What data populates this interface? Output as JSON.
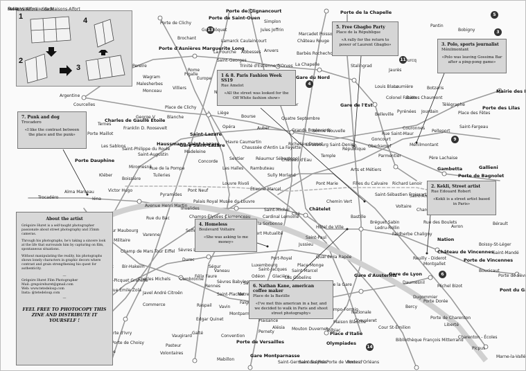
{
  "fold_steps": [
    "1",
    "2",
    "3",
    "4"
  ],
  "stations": [
    {
      "name": "Porte de Clignancourt",
      "bold": true
    },
    {
      "name": "Porte de la Chapelle",
      "bold": true
    },
    {
      "name": "Porte de Saint-Ouen",
      "bold": true
    },
    {
      "name": "Porte de Clichy",
      "bold": false
    },
    {
      "name": "Guy Môquet",
      "bold": false
    },
    {
      "name": "Jules Joffrin",
      "bold": false
    },
    {
      "name": "Marcadet Poissonniers",
      "bold": false
    },
    {
      "name": "Brochant",
      "bold": false
    },
    {
      "name": "Lamarck Caulaincourt",
      "bold": false
    },
    {
      "name": "Simplon",
      "bold": false
    },
    {
      "name": "Porte d'Asnières Marguerite Long",
      "bold": true
    },
    {
      "name": "Pereire",
      "bold": false
    },
    {
      "name": "Wagram",
      "bold": false
    },
    {
      "name": "Malesherbes",
      "bold": false
    },
    {
      "name": "Monceau",
      "bold": false
    },
    {
      "name": "Rome",
      "bold": false
    },
    {
      "name": "Villiers",
      "bold": false
    },
    {
      "name": "Europe",
      "bold": false
    },
    {
      "name": "La Fourche",
      "bolder": false
    },
    {
      "name": "Abbesses",
      "bold": false
    },
    {
      "name": "Anvers",
      "bold": false
    },
    {
      "name": "Barbès Rochechouart",
      "bold": false
    },
    {
      "name": "Château Rouge",
      "bold": false
    },
    {
      "name": "Gare du Nord",
      "bold": true
    },
    {
      "name": "La Chapelle",
      "bold": false
    },
    {
      "name": "Stalingrad",
      "bold": false
    },
    {
      "name": "Gare de l'Est",
      "bold": true
    },
    {
      "name": "Louis Blanc",
      "bold": false
    },
    {
      "name": "Colonel Fabien",
      "bold": false
    },
    {
      "name": "Belleville",
      "bold": false
    },
    {
      "name": "Jaurès",
      "bold": false
    },
    {
      "name": "Laumière",
      "bold": false
    },
    {
      "name": "Ourcq",
      "bold": false
    },
    {
      "name": "Pantin",
      "bold": false
    },
    {
      "name": "Bobigny",
      "bold": false
    },
    {
      "name": "Botzaris",
      "bold": false
    },
    {
      "name": "Buttes Chaumont",
      "bold": false
    },
    {
      "name": "Pyrénées",
      "bold": false
    },
    {
      "name": "Jourdain",
      "bold": false
    },
    {
      "name": "Place des Fêtes",
      "bold": false
    },
    {
      "name": "Télégraphe",
      "bold": false
    },
    {
      "name": "Porte des Lilas",
      "bold": true
    },
    {
      "name": "Mairie des Lilas",
      "bold": true
    },
    {
      "name": "Saint-Fargeau",
      "bold": false
    },
    {
      "name": "Pelleport",
      "bold": false
    },
    {
      "name": "Gambetta",
      "bold": true
    },
    {
      "name": "Porte de Bagnolet",
      "bold": true
    },
    {
      "name": "Gallieni",
      "bold": true
    },
    {
      "name": "Ménilmontant",
      "bold": false
    },
    {
      "name": "Couronnes",
      "bold": false
    },
    {
      "name": "Père Lachaise",
      "bold": false
    },
    {
      "name": "Rue Saint-Maur",
      "bold": false
    },
    {
      "name": "Parmentier",
      "bold": false
    },
    {
      "name": "Goncourt",
      "bold": false
    },
    {
      "name": "Oberkampf",
      "bold": false
    },
    {
      "name": "République",
      "bold": false
    },
    {
      "name": "Temple",
      "bold": false
    },
    {
      "name": "Arts et Métiers",
      "bold": false
    },
    {
      "name": "Filles du Calvaire",
      "bold": false
    },
    {
      "name": "Saint-Sébastien Froissart",
      "bold": false
    },
    {
      "name": "Richard Lenoir",
      "bold": false
    },
    {
      "name": "Saint-Ambroise",
      "bold": false
    },
    {
      "name": "Voltaire",
      "bold": false
    },
    {
      "name": "Charonne",
      "bold": false
    },
    {
      "name": "Rue des Boulets",
      "bold": false
    },
    {
      "name": "Philippe Auguste",
      "bold": false
    },
    {
      "name": "Alexandre Dumas",
      "bold": false
    },
    {
      "name": "Avron",
      "bold": false
    },
    {
      "name": "Nation",
      "bold": true
    },
    {
      "name": "Porte de Vincennes",
      "bold": true
    },
    {
      "name": "Bastille",
      "bold": false
    },
    {
      "name": "Bréguet Sabin",
      "bold": false
    },
    {
      "name": "Chemin Vert",
      "bold": false
    },
    {
      "name": "Ledru-Rollin",
      "bold": false
    },
    {
      "name": "Faidherbe Chaligny",
      "bold": false
    },
    {
      "name": "Reuilly - Diderot",
      "bold": false
    },
    {
      "name": "Montgallet",
      "bold": false
    },
    {
      "name": "Dugommier",
      "bold": false
    },
    {
      "name": "Daumesnil",
      "bold": false
    },
    {
      "name": "Michel Bizot",
      "bold": false
    },
    {
      "name": "Porte Dorée",
      "bold": false
    },
    {
      "name": "Porte de Charenton",
      "bold": false
    },
    {
      "name": "Liberté",
      "bold": false
    },
    {
      "name": "Charenton - Écoles",
      "bold": false
    },
    {
      "name": "Gare de Lyon",
      "bold": true
    },
    {
      "name": "Quai de la Rapée",
      "bold": false
    },
    {
      "name": "Gare d'Austerlitz",
      "bold": true
    },
    {
      "name": "Bercy",
      "bold": false
    },
    {
      "name": "Cour St-Émilion",
      "bold": false
    },
    {
      "name": "Bibliothèque François Mitterrand",
      "bold": false
    },
    {
      "name": "Olympiades",
      "bold": true
    },
    {
      "name": "Tolbiac",
      "bold": false
    },
    {
      "name": "Maison Blanche",
      "bold": false
    },
    {
      "name": "Place d'Italie",
      "bold": true
    },
    {
      "name": "Corvisart",
      "bold": false
    },
    {
      "name": "Campo-Formio",
      "bold": false
    },
    {
      "name": "Nationale",
      "bold": false
    },
    {
      "name": "Chevaleret",
      "bold": false
    },
    {
      "name": "Quai de la Gare",
      "bold": false
    },
    {
      "name": "Saint-Marcel",
      "bold": false
    },
    {
      "name": "Les Gobelins",
      "bold": false
    },
    {
      "name": "Censier Daubenton",
      "bold": false
    },
    {
      "name": "Place Monge",
      "bold": false
    },
    {
      "name": "Jussieu",
      "bold": false
    },
    {
      "name": "Cardinal Lemoine",
      "bold": false
    },
    {
      "name": "Maubert Mutualité",
      "bold": false
    },
    {
      "name": "Cluny la Sorbonne",
      "bold": false
    },
    {
      "name": "Saint-Michel",
      "bold": false
    },
    {
      "name": "Cité",
      "bold": false
    },
    {
      "name": "Châtelet",
      "bold": true
    },
    {
      "name": "Hôtel de Ville",
      "bold": false
    },
    {
      "name": "Saint-Paul",
      "bold": false
    },
    {
      "name": "Pont Marie",
      "bold": false
    },
    {
      "name": "Sully Morland",
      "bold": false
    },
    {
      "name": "Rambuteau",
      "bold": false
    },
    {
      "name": "Étienne Marcel",
      "bold": false
    },
    {
      "name": "Les Halles",
      "bold": false
    },
    {
      "name": "Louvre Rivoli",
      "bold": false
    },
    {
      "name": "Pont Neuf",
      "bold": false
    },
    {
      "name": "Palais Royal Musée du Louvre",
      "bold": false
    },
    {
      "name": "Pyramides",
      "bold": false
    },
    {
      "name": "Tuileries",
      "bold": false
    },
    {
      "name": "Concorde",
      "bold": false
    },
    {
      "name": "Madeleine",
      "bold": false
    },
    {
      "name": "Opéra",
      "bold": false
    },
    {
      "name": "Auber",
      "bold": false
    },
    {
      "name": "Havre Caumartin",
      "bold": false
    },
    {
      "name": "Chaussée d'Antin La Fayette",
      "bold": false
    },
    {
      "name": "Richelieu Drouot",
      "bold": false
    },
    {
      "name": "Grands Boulevards",
      "bold": false
    },
    {
      "name": "Bonne Nouvelle",
      "bold": false
    },
    {
      "name": "Strasbourg Saint-Denis",
      "bold": false
    },
    {
      "name": "Château d'Eau",
      "bold": false
    },
    {
      "name": "Réaumur Sébastopol",
      "bold": false
    },
    {
      "name": "Sentier",
      "bold": false
    },
    {
      "name": "Bourse",
      "bold": false
    },
    {
      "name": "Quatre Septembre",
      "bold": false
    },
    {
      "name": "Le Peletier",
      "bold": false
    },
    {
      "name": "Cadet",
      "bold": false
    },
    {
      "name": "Poissonnière",
      "bold": false
    },
    {
      "name": "Notre-Dame de Lorette",
      "bold": false
    },
    {
      "name": "Trinité d'Estienne d'Orves",
      "bold": false
    },
    {
      "name": "Saint-Georges",
      "bold": false
    },
    {
      "name": "Pigalle",
      "bold": false
    },
    {
      "name": "Blanche",
      "bold": false
    },
    {
      "name": "Place de Clichy",
      "bold": false
    },
    {
      "name": "Liège",
      "bold": false
    },
    {
      "name": "Saint-Lazare",
      "bold": true
    },
    {
      "name": "Gare Saint-Lazare",
      "bold": true
    },
    {
      "name": "Haussmann Saint-Lazare",
      "bold": true
    },
    {
      "name": "Saint-Augustin",
      "bold": false
    },
    {
      "name": "Miromesnil",
      "bold": false
    },
    {
      "name": "Saint-Philippe du Roule",
      "bold": false
    },
    {
      "name": "Franklin D. Roosevelt",
      "bold": false
    },
    {
      "name": "George V",
      "bold": false
    },
    {
      "name": "Charles de Gaulle Étoile",
      "bold": true
    },
    {
      "name": "Ternes",
      "bold": false
    },
    {
      "name": "Courcelles",
      "bold": false
    },
    {
      "name": "Argentine",
      "bold": false
    },
    {
      "name": "Porte Maillot",
      "bold": false
    },
    {
      "name": "Les Sablons",
      "bold": false
    },
    {
      "name": "Porte Dauphine",
      "bold": true
    },
    {
      "name": "Kléber",
      "bold": false
    },
    {
      "name": "Victor Hugo",
      "bold": false
    },
    {
      "name": "Boissière",
      "bold": false
    },
    {
      "name": "Iéna",
      "bold": false
    },
    {
      "name": "Alma Marceau",
      "bold": false
    },
    {
      "name": "Trocadéro",
      "bold": false
    },
    {
      "name": "Rue de la Pompe",
      "bold": false
    },
    {
      "name": "Avenue Henri Martin",
      "bold": false
    },
    {
      "name": "Champs-Élysées Clemenceau",
      "bold": false
    },
    {
      "name": "Invalides",
      "bold": false
    },
    {
      "name": "Assemblée Nationale",
      "bold": false
    },
    {
      "name": "Musée d'Orsay",
      "bold": false
    },
    {
      "name": "Solférino",
      "bold": false
    },
    {
      "name": "Rue du Bac",
      "bold": false
    },
    {
      "name": "Varenne",
      "bold": false
    },
    {
      "name": "La Tour Maubourg",
      "bold": false
    },
    {
      "name": "École Militaire",
      "bold": false
    },
    {
      "name": "Champ de Mars Tour Eiffel",
      "bold": false
    },
    {
      "name": "Bir-Hakeim",
      "bold": false
    },
    {
      "name": "Dupleix",
      "bold": false
    },
    {
      "name": "La Motte-Picquet Grenelle",
      "bold": false
    },
    {
      "name": "Avenue Émile Zola",
      "bold": false
    },
    {
      "name": "Charles Michels",
      "bold": false
    },
    {
      "name": "Javel André Citroën",
      "bold": false
    },
    {
      "name": "Commerce",
      "bold": false
    },
    {
      "name": "Cambronne",
      "bold": false
    },
    {
      "name": "Félix Faure",
      "bold": false
    },
    {
      "name": "Ségur",
      "bold": false
    },
    {
      "name": "Sèvres Lecourbe",
      "bold": false
    },
    {
      "name": "Duroc",
      "bold": false
    },
    {
      "name": "Vaneau",
      "bold": false
    },
    {
      "name": "Sèvres Babylone",
      "bold": false
    },
    {
      "name": "Saint-François Xavier",
      "bold": false
    },
    {
      "name": "Rennes",
      "bold": false
    },
    {
      "name": "Saint-Placide",
      "bold": false
    },
    {
      "name": "Notre-Dame des Champs",
      "bold": false
    },
    {
      "name": "Falguière",
      "bold": false
    },
    {
      "name": "Montparnasse Bienvenüe",
      "bold": false
    },
    {
      "name": "Vavin",
      "bold": false
    },
    {
      "name": "Raspail",
      "bold": false
    },
    {
      "name": "Edgar Quinet",
      "bold": false
    },
    {
      "name": "Gaîté",
      "bold": false
    },
    {
      "name": "Pasteur",
      "bold": false
    },
    {
      "name": "Volontaires",
      "bold": false
    },
    {
      "name": "Vaugirard",
      "bold": false
    },
    {
      "name": "Convention",
      "bold": false
    },
    {
      "name": "Porte de Versailles",
      "bold": true
    },
    {
      "name": "Gare Montparnasse",
      "bold": true
    },
    {
      "name": "Pernety",
      "bold": false
    },
    {
      "name": "Plaisance",
      "bold": false
    },
    {
      "name": "Alésia",
      "bold": false
    },
    {
      "name": "Mouton Duvernet",
      "bold": false
    },
    {
      "name": "Denfert Rochereau",
      "bold": false
    },
    {
      "name": "Saint-Jacques",
      "bold": false
    },
    {
      "name": "Glacière",
      "bold": false
    },
    {
      "name": "Port-Royal",
      "bold": false
    },
    {
      "name": "Luxembourg",
      "bold": false
    },
    {
      "name": "Odéon",
      "bold": false
    },
    {
      "name": "Mabillon",
      "bold": false
    },
    {
      "name": "Saint-Germain des Prés",
      "bold": false
    },
    {
      "name": "Saint-Sulpice",
      "bold": false
    },
    {
      "name": "Porte de Vanves",
      "bold": false
    },
    {
      "name": "Porte d'Orléans",
      "bold": false
    },
    {
      "name": "Porte d'Italie",
      "bold": false
    },
    {
      "name": "Porte de Choisy",
      "bold": false
    },
    {
      "name": "Porte d'Ivry",
      "bold": false
    },
    {
      "name": "Balard",
      "bold": true
    },
    {
      "name": "Lourmel",
      "bold": false
    },
    {
      "name": "Boucicaut",
      "bold": false
    },
    {
      "name": "Porte de Sèvres",
      "bold": false
    },
    {
      "name": "Pont du Garigliano",
      "bold": true
    },
    {
      "name": "Saint-Mandé",
      "bold": false
    },
    {
      "name": "Bérault",
      "bold": false
    },
    {
      "name": "Château de Vincennes",
      "bold": true
    },
    {
      "name": "Boissy-St-Léger",
      "bold": false
    },
    {
      "name": "Marne-la-Vallée",
      "bold": false
    },
    {
      "name": "Picpus",
      "bold": false
    },
    {
      "name": "Bel-Air",
      "bold": false
    },
    {
      "name": "Maisons-Alfort – Stade",
      "bold": false
    },
    {
      "name": "École Vétérinaire de Maisons-Alfort",
      "bold": false
    }
  ],
  "callouts": [
    {
      "title": "5.  Free Gbagbo Party",
      "place": "Place de la République",
      "quote": "«A rally for the return to power of Laurent Gbagbo»"
    },
    {
      "title": "3.  Polo, sports journalist",
      "place": "Ménilmontant",
      "quote": "«Polo was leaving Gossima Bar after a ping-pong game»"
    },
    {
      "title": "1 & 8.   Paris Fashion Week SS19",
      "place": "Rue Amelot",
      "quote": "«All the street was looked for the Off White fashion show»"
    },
    {
      "title": "7.   Punk and dog",
      "place": "Trocadero",
      "quote": "«I like the contrast between the place and the punk»"
    },
    {
      "title": "2.  Kekli, Street artist",
      "place": "Rue Edouard Robert",
      "quote": "«Kekli is a street artist based in Paris»"
    },
    {
      "title": "4.   Homeless",
      "place": "Boulevard Voltaire",
      "quote": "«She was asking to me money»"
    },
    {
      "title": "6.   Nathan Kane, american coffee maker",
      "place": "Place de la Bastille",
      "quote": "«I've met this american in a bar, and we decided to walk in Paris and shoot street photography»"
    }
  ],
  "about": {
    "heading": "About the artist",
    "p1": "Grégoire Huret is a self-taught photographer passionate about street photography and 35mm cameras.",
    "p2": "Through his photographs, he's taking a sincere look at the life that surrounds him by capturing on film, spontaneous situations.",
    "p3": "Without manipulating the reality, his photographs shows lonely characters in graphic decors where contrast and grain strengthening his quest for authenticity.",
    "sep": "—",
    "contact_name": "Grégoire Huret Film Photographer",
    "mail": "Mail: gregoirehuret@gmail.com",
    "web": "Web: www.tetedeloup.com",
    "insta": "Insta: @tetedeloup.com",
    "sep2": "—",
    "feel_free": "FEEL FREE TO PHOTOCOPY THIS ZINE AND DISTRIBUTE IT YOURSELF !"
  },
  "line_numbers": [
    "13",
    "5",
    "3",
    "11",
    "9",
    "1",
    "4",
    "6",
    "8",
    "14",
    "7"
  ]
}
